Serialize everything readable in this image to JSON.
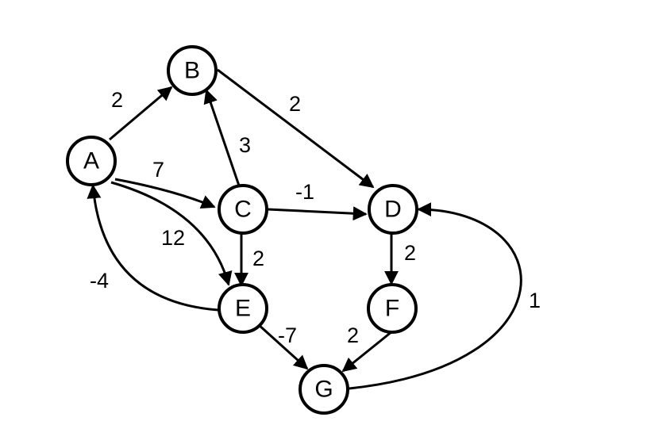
{
  "graph": {
    "nodes": [
      {
        "id": "A",
        "label": "A"
      },
      {
        "id": "B",
        "label": "B"
      },
      {
        "id": "C",
        "label": "C"
      },
      {
        "id": "D",
        "label": "D"
      },
      {
        "id": "E",
        "label": "E"
      },
      {
        "id": "F",
        "label": "F"
      },
      {
        "id": "G",
        "label": "G"
      }
    ],
    "edges": [
      {
        "from": "A",
        "to": "B",
        "weight": "2"
      },
      {
        "from": "A",
        "to": "C",
        "weight": "7"
      },
      {
        "from": "A",
        "to": "E",
        "weight": "12"
      },
      {
        "from": "B",
        "to": "D",
        "weight": "2"
      },
      {
        "from": "C",
        "to": "B",
        "weight": "3"
      },
      {
        "from": "C",
        "to": "D",
        "weight": "-1"
      },
      {
        "from": "C",
        "to": "E",
        "weight": "2"
      },
      {
        "from": "D",
        "to": "F",
        "weight": "2"
      },
      {
        "from": "E",
        "to": "A",
        "weight": "-4"
      },
      {
        "from": "E",
        "to": "G",
        "weight": "-7"
      },
      {
        "from": "F",
        "to": "G",
        "weight": "2"
      },
      {
        "from": "G",
        "to": "D",
        "weight": "1"
      }
    ]
  }
}
